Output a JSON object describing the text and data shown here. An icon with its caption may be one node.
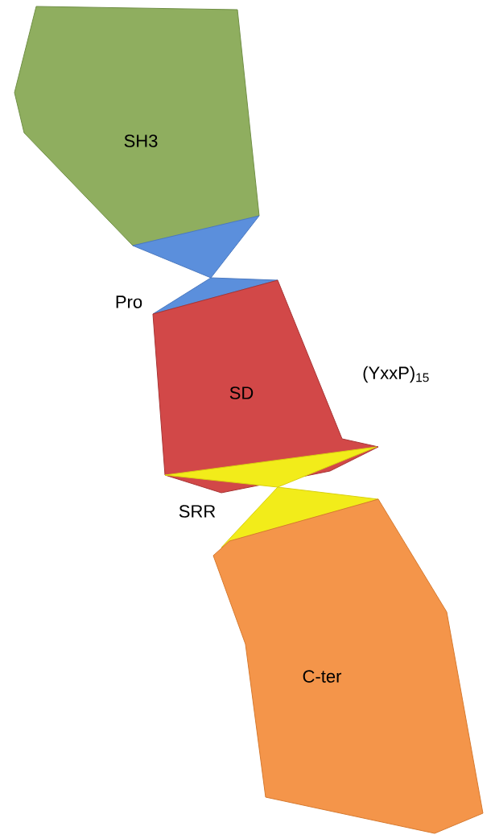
{
  "diagram": {
    "nodes": [
      {
        "text": [
          "SH3"
        ]
      },
      {
        "text": [
          "Pro"
        ]
      },
      {
        "text": [
          "SD"
        ],
        "beside": [
          "(YxxP)$_{15}$"
        ]
      },
      {
        "text": [
          "SRR"
        ]
      },
      {
        "text": [
          "C-ter"
        ]
      }
    ]
  }
}
